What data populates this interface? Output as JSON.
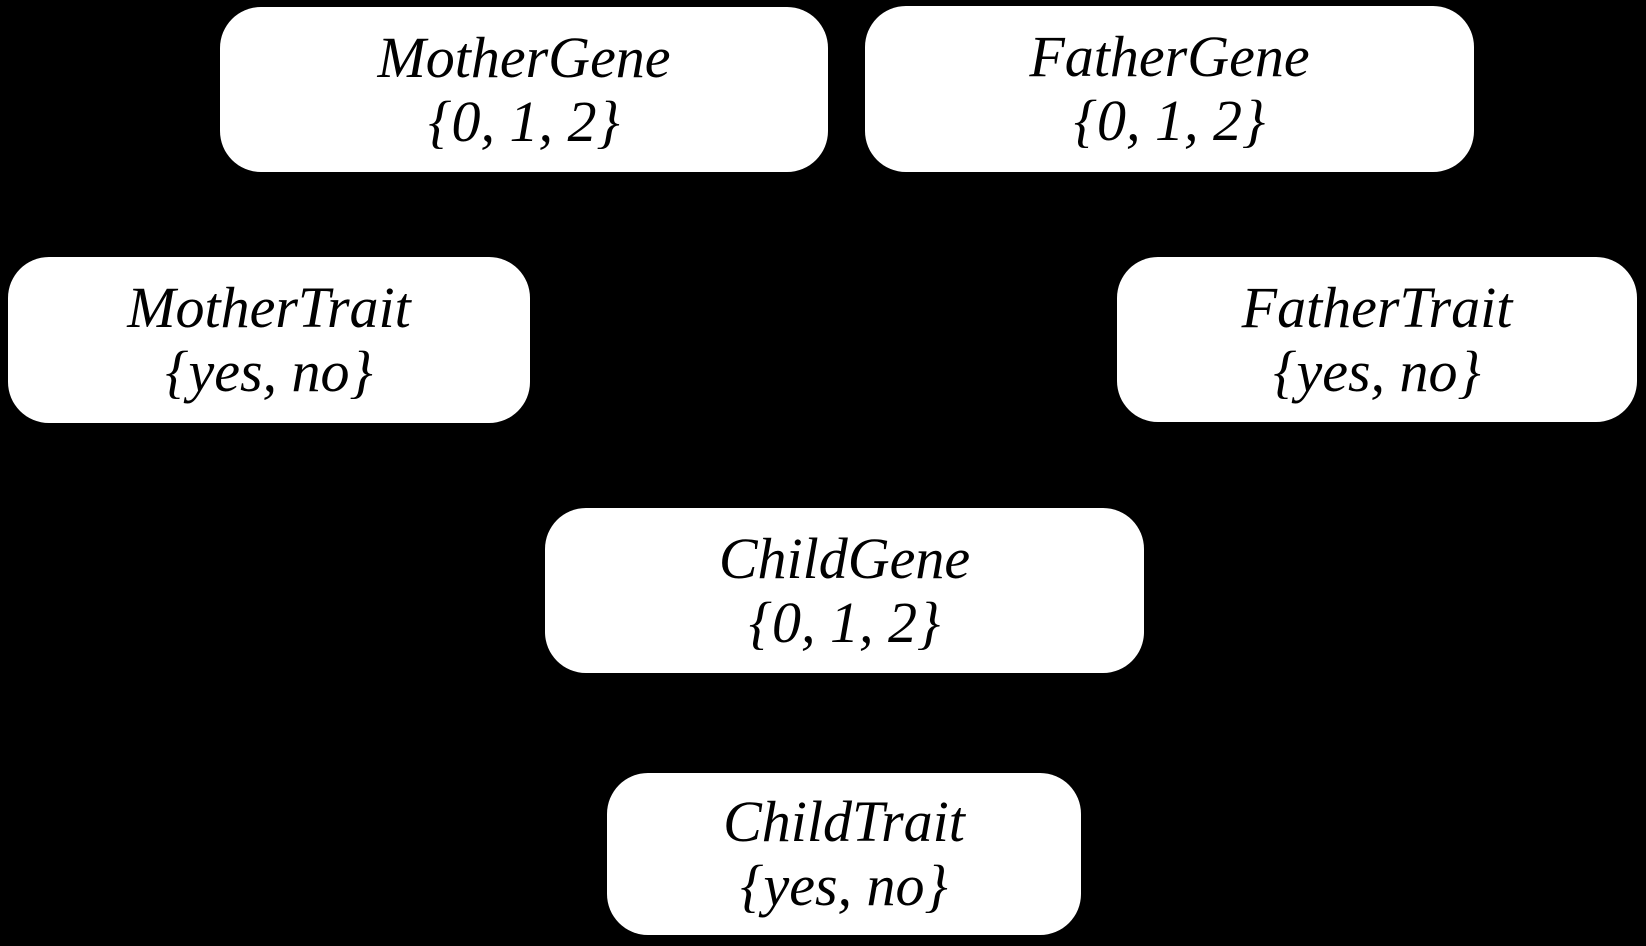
{
  "diagram": {
    "type": "bayesian-network",
    "background_color": "#000000",
    "node_fill_color": "#ffffff",
    "node_text_color": "#000000",
    "edges_visible": false,
    "nodes": {
      "mother_gene": {
        "label": "MotherGene",
        "domain": "{0, 1, 2}"
      },
      "father_gene": {
        "label": "FatherGene",
        "domain": "{0, 1, 2}"
      },
      "mother_trait": {
        "label": "MotherTrait",
        "domain": "{yes, no}"
      },
      "father_trait": {
        "label": "FatherTrait",
        "domain": "{yes, no}"
      },
      "child_gene": {
        "label": "ChildGene",
        "domain": "{0, 1, 2}"
      },
      "child_trait": {
        "label": "ChildTrait",
        "domain": "{yes, no}"
      }
    }
  }
}
